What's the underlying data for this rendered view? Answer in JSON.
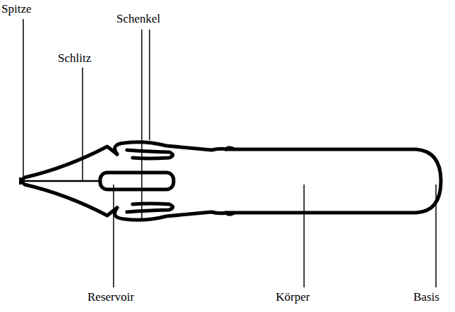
{
  "diagram": {
    "labels": [
      "Spitze",
      "Schlitz",
      "Schenkel",
      "Reservoir",
      "Körper",
      "Basis"
    ]
  }
}
